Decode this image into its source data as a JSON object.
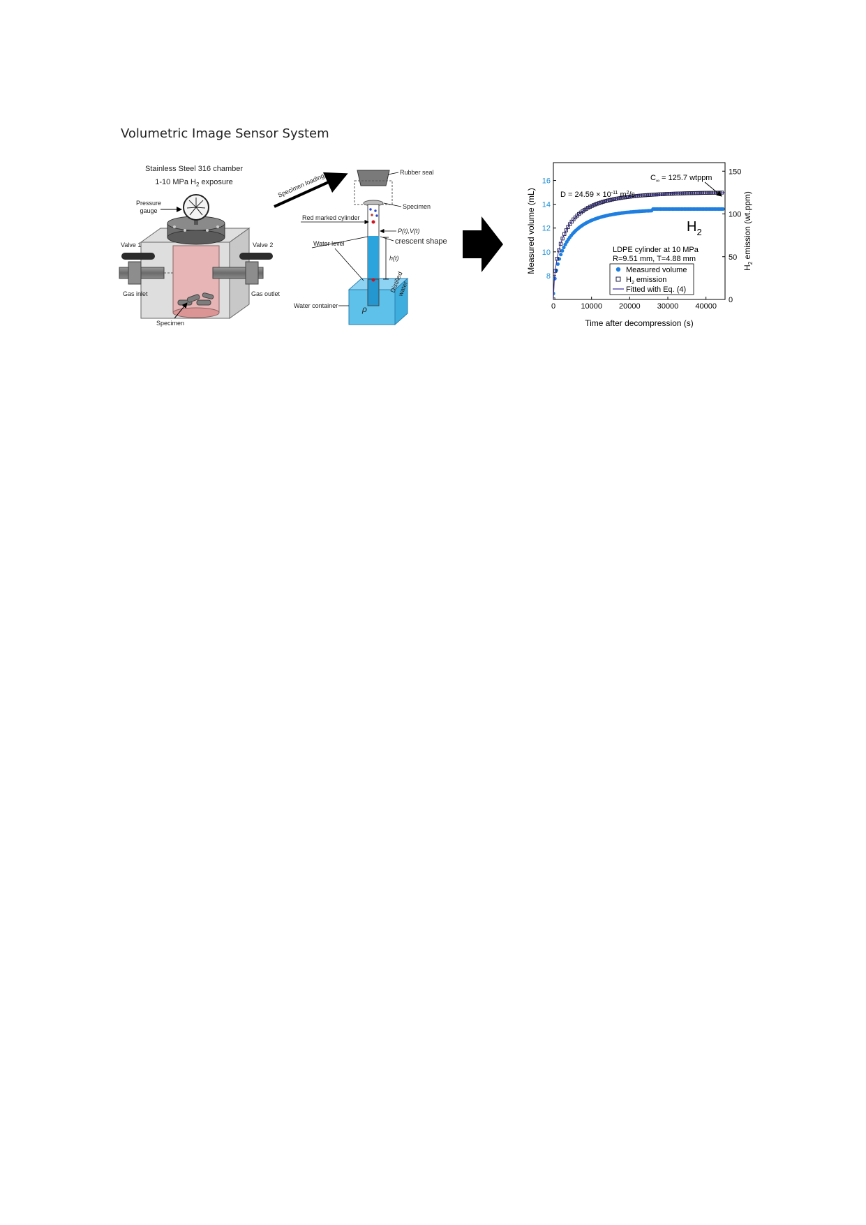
{
  "title": "Volumetric Image Sensor System",
  "chamber": {
    "line1": "Stainless Steel 316 chamber",
    "line2_prefix": "1-10 MPa H",
    "line2_sub": "2",
    "line2_suffix": " exposure",
    "pressure_gauge_line1": "Pressure",
    "pressure_gauge_line2": "gauge",
    "valve1": "Valve 1",
    "valve2": "Valve 2",
    "gas_inlet": "Gas inlet",
    "gas_outlet": "Gas outlet",
    "specimen": "Specimen"
  },
  "sensor": {
    "specimen_loading": "Specimen loading",
    "rubber_seal": "Rubber seal",
    "specimen": "Specimen",
    "red_marked_cylinder": "Red marked cylinder",
    "pv": "P(t),V(t)",
    "crescent_shape": "crescent shape",
    "water_level": "Water level",
    "ht": "h(t)",
    "water_container": "Water container",
    "rho": "ρ",
    "distilled_water_line1": "Distilled",
    "distilled_water_line2": "water"
  },
  "chart_data": {
    "type": "scatter",
    "xlabel": "Time after decompression (s)",
    "ylabel_left": "Measured volume (mL)",
    "ylabel_right_prefix": "H",
    "ylabel_right_sub": "2",
    "ylabel_right_suffix": " emission (wt.ppm)",
    "xlim": [
      0,
      45000
    ],
    "ylim_left": [
      6,
      17.5
    ],
    "ylim_right": [
      0,
      160
    ],
    "x_ticks": [
      "0",
      "10000",
      "20000",
      "30000",
      "40000"
    ],
    "y_ticks_left": [
      "8",
      "10",
      "12",
      "14",
      "16"
    ],
    "y_ticks_right": [
      "0",
      "50",
      "100",
      "150"
    ],
    "left_axis_color": "#1e8fd5",
    "annotations": {
      "diffusivity_prefix": "D = 24.59 × 10",
      "diffusivity_exp": "-11",
      "diffusivity_unit": " m",
      "diffusivity_unit_exp": "2",
      "diffusivity_unit_suffix": "/s",
      "cinf_prefix": "C",
      "cinf_sub": "∞",
      "cinf_value": " = 125.7 wtppm",
      "gas_main": "H",
      "gas_sub": "2",
      "sample_line1": "LDPE cylinder at 10 MPa",
      "sample_line2": "R=9.51 mm, T=4.88 mm"
    },
    "legend": {
      "position": "bottom-right",
      "entries": [
        {
          "label": "Measured volume",
          "marker": "filled-circle",
          "color": "#1e7fe0"
        },
        {
          "label_prefix": "H",
          "label_sub": "2",
          "label_suffix": " emission",
          "marker": "open-square",
          "color": "#1c1c40"
        },
        {
          "label": "Fitted with Eq. (4)",
          "marker": "line",
          "color": "#3a2a9a"
        }
      ]
    },
    "series": [
      {
        "name": "Measured volume",
        "axis": "left",
        "x_max": 44500,
        "x_step": 390,
        "y0": 6.5,
        "y_plateau": 13.6,
        "rise_time_s": 3800,
        "plateau_from_s": 26000
      },
      {
        "name": "H2 emission",
        "axis": "right",
        "x_max": 44500,
        "x_step": 480,
        "c_infinity": 125.7,
        "diffusivity_m2s": 2.459e-10
      }
    ],
    "fit": {
      "axis": "right",
      "c_infinity": 125.7,
      "diffusivity_m2s": 2.459e-10
    }
  }
}
